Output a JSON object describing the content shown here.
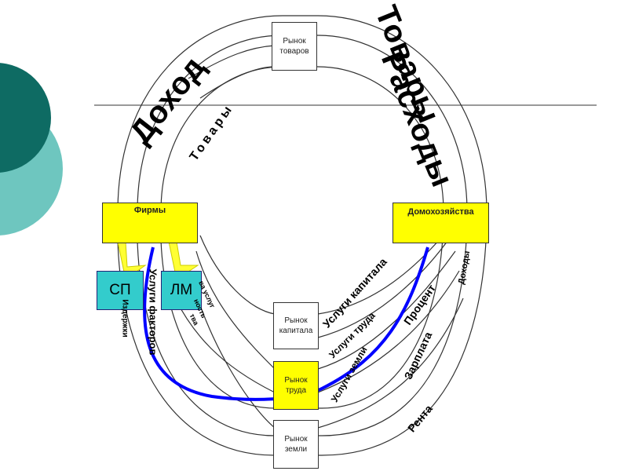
{
  "nodes": {
    "market_goods": {
      "line1": "Рынок",
      "line2": "товаров"
    },
    "firms": "Фирмы",
    "households": "Домохозяйства",
    "market_capital": {
      "line1": "Рынок",
      "line2": "капитала"
    },
    "market_labor": {
      "line1": "Рынок",
      "line2": "труда"
    },
    "market_land": {
      "line1": "Рынок",
      "line2": "земли"
    },
    "sp": "СП",
    "lm": "ЛМ"
  },
  "labels": {
    "income": "Доход",
    "goods_big": "Товары",
    "expenses": "Расходы",
    "goods_band": "Товары",
    "factor_services": "Услуги факторов",
    "capital_services": "Услуги капитала",
    "labor_services": "Услуги труда",
    "land_services": "Услуги земли",
    "interest": "Процент",
    "wages": "Зарплата",
    "rent": "Рента",
    "income_small": "Доходы",
    "costs": "Издержки",
    "v_services": "ва услуг",
    "v_ness": "ность",
    "v_tva": "тва"
  },
  "colors": {
    "firm_box": "#ffff00",
    "accent_circle_dark": "#0e6b63",
    "accent_circle_light": "#6ec6bf",
    "flow_line": "#0000ff",
    "sp_lm_box": "#33cccc",
    "arrow": "#ffff33"
  }
}
